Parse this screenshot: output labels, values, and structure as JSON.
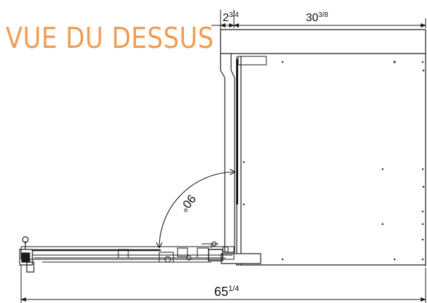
{
  "title": "VUE DU DESSUS",
  "colors": {
    "title": "#EF9D55",
    "line": "#1a1a1a"
  },
  "dimensions": {
    "depth_front": {
      "whole": "2",
      "frac": "3/4"
    },
    "depth_back": {
      "whole": "30",
      "frac": "3/8"
    },
    "total_width": {
      "whole": "65",
      "frac": "1/4"
    },
    "door_angle": "90°"
  }
}
